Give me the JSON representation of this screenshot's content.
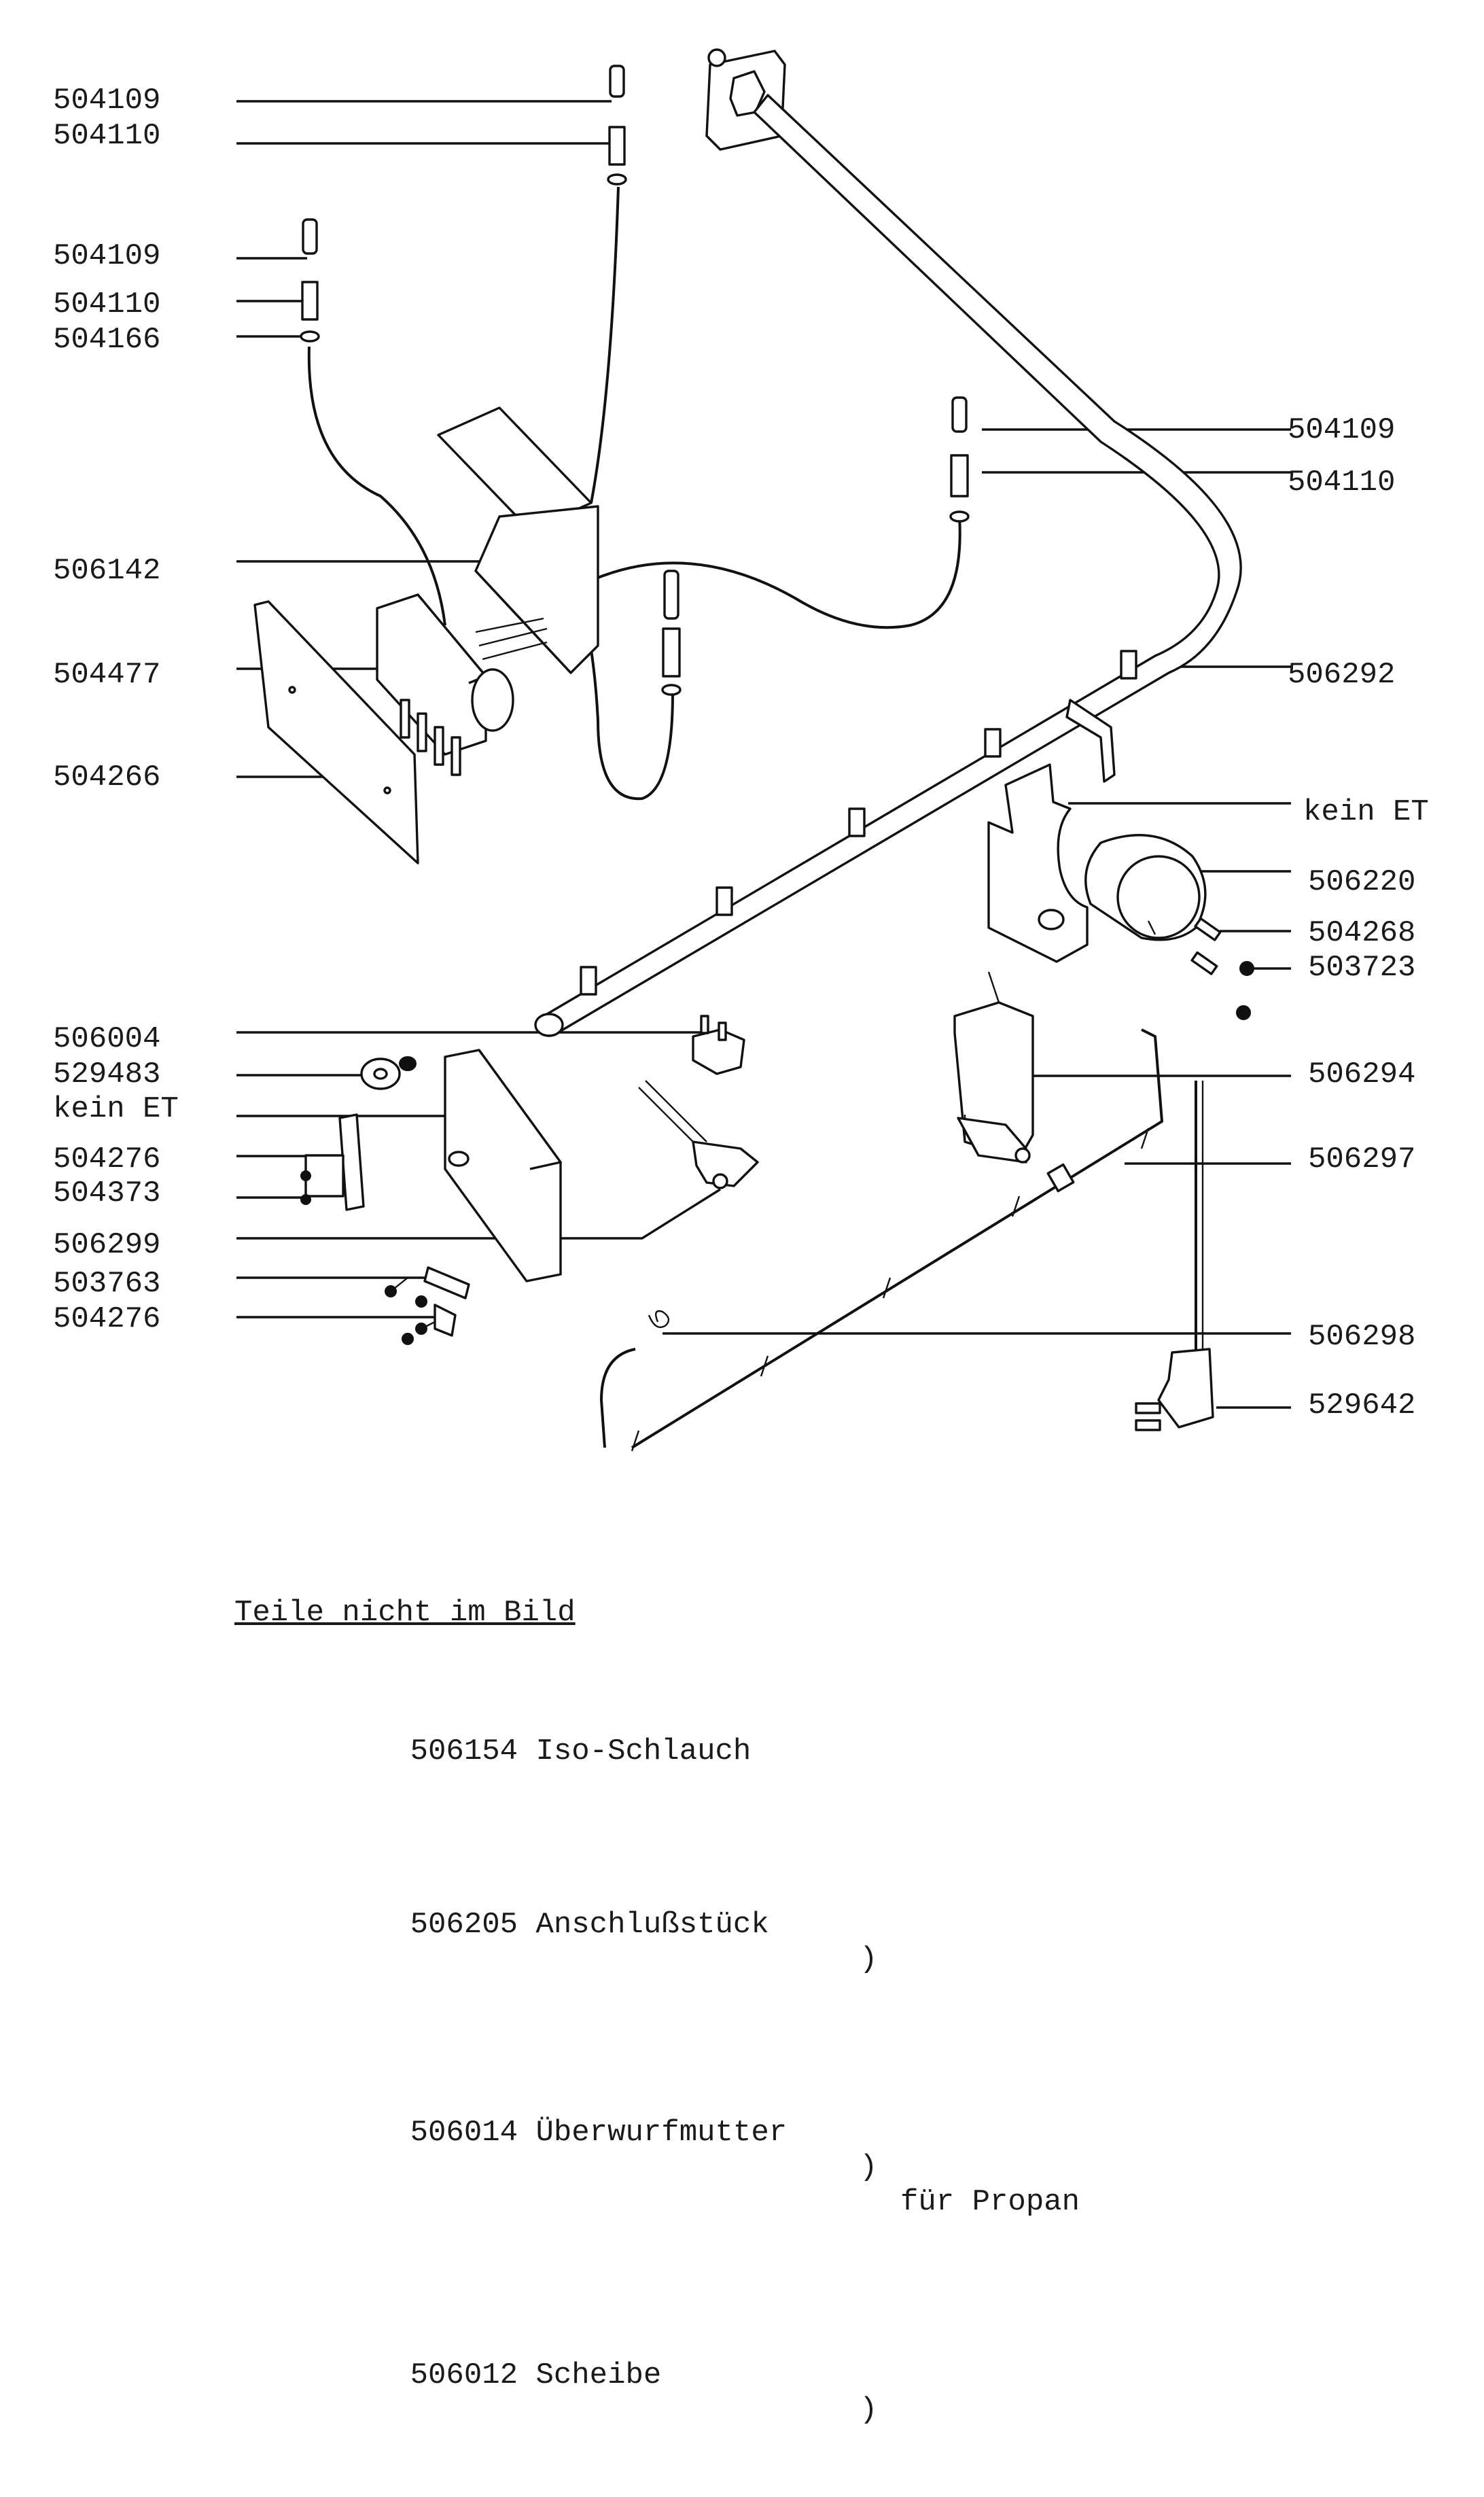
{
  "labels_left": [
    {
      "text": "504109"
    },
    {
      "text": "504110"
    },
    {
      "text": "504109"
    },
    {
      "text": "504110"
    },
    {
      "text": "504166"
    },
    {
      "text": "506142"
    },
    {
      "text": "504477"
    },
    {
      "text": "504266"
    },
    {
      "text": "506004"
    },
    {
      "text": "529483"
    },
    {
      "text": "kein ET"
    },
    {
      "text": "504276"
    },
    {
      "text": "504373"
    },
    {
      "text": "506299"
    },
    {
      "text": "503763"
    },
    {
      "text": "504276"
    }
  ],
  "labels_right": [
    {
      "text": "504109"
    },
    {
      "text": "504110"
    },
    {
      "text": "506292"
    },
    {
      "text": "kein ET"
    },
    {
      "text": "506220"
    },
    {
      "text": "504268"
    },
    {
      "text": "503723"
    },
    {
      "text": "506294"
    },
    {
      "text": "506297"
    },
    {
      "text": "506298"
    },
    {
      "text": "529642"
    }
  ],
  "notes": {
    "title": "Teile nicht im Bild",
    "items": [
      {
        "number": "506154",
        "name": "Iso-Schlauch",
        "bracket": ""
      },
      {
        "number": "506205",
        "name": "Anschlußstück",
        "bracket": ")"
      },
      {
        "number": "506014",
        "name": "Überwurfmutter",
        "bracket": ")"
      },
      {
        "number": "506012",
        "name": "Scheibe",
        "bracket": ")"
      }
    ],
    "bracket_note": "für Propan"
  }
}
